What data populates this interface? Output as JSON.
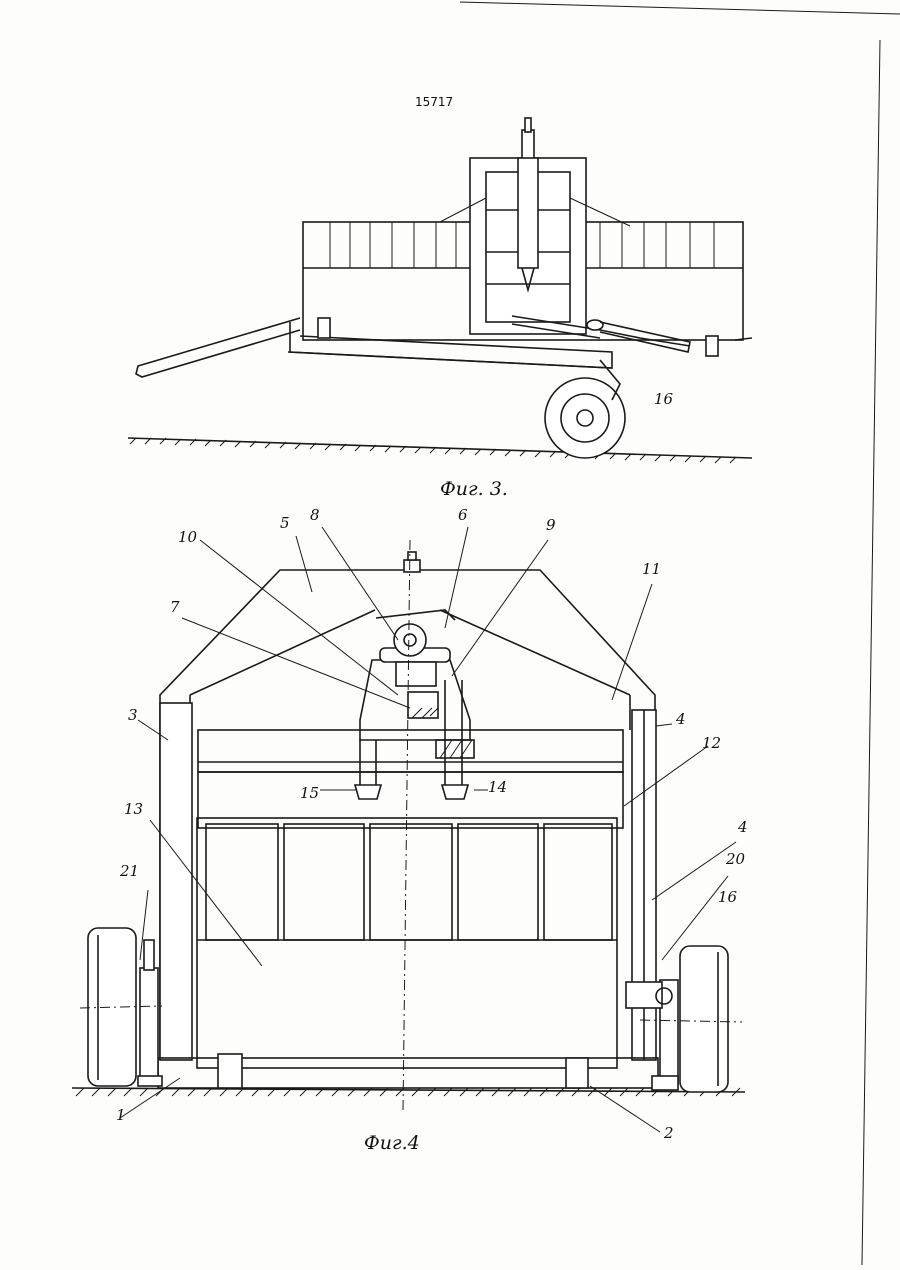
{
  "page_number": "15717",
  "figures": [
    {
      "caption": "Фиг. 3.",
      "labels": [
        "16"
      ]
    },
    {
      "caption": "Фиг.4",
      "labels": [
        "1",
        "2",
        "3",
        "4",
        "4",
        "5",
        "6",
        "7",
        "8",
        "9",
        "10",
        "11",
        "12",
        "13",
        "14",
        "15",
        "16",
        "20",
        "21"
      ]
    }
  ]
}
